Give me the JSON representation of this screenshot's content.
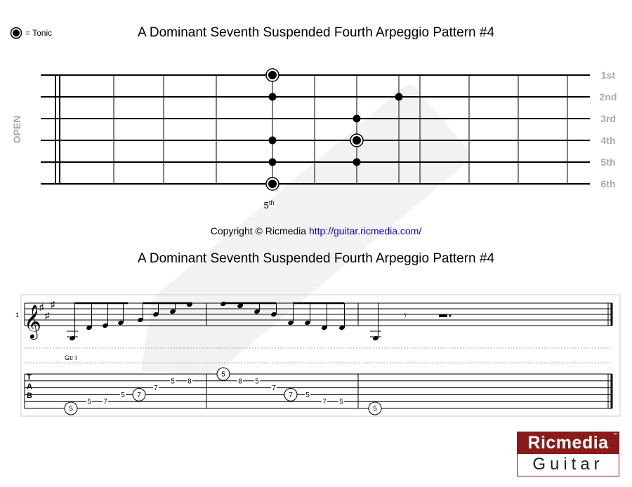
{
  "legend": {
    "label": "= Tonic"
  },
  "title_top": "A Dominant Seventh Suspended Fourth Arpeggio Pattern #4",
  "title_bottom": "A Dominant Seventh Suspended Fourth Arpeggio Pattern #4",
  "copyright": {
    "text": "Copyright © Ricmedia",
    "link": "http://guitar.ricmedia.com/"
  },
  "fretboard": {
    "side_label": "OPEN",
    "string_labels": [
      "1st",
      "2nd",
      "3rd",
      "4th",
      "5th",
      "6th"
    ],
    "fret_marker": {
      "number": "5",
      "suffix": "th"
    },
    "notes": [
      {
        "string": 1,
        "slot": 1,
        "tonic": true
      },
      {
        "string": 2,
        "slot": 1,
        "tonic": false
      },
      {
        "string": 4,
        "slot": 1,
        "tonic": false
      },
      {
        "string": 5,
        "slot": 1,
        "tonic": false
      },
      {
        "string": 6,
        "slot": 1,
        "tonic": true
      },
      {
        "string": 2,
        "slot": 3,
        "tonic": false
      },
      {
        "string": 3,
        "slot": 2,
        "tonic": false
      },
      {
        "string": 4,
        "slot": 2,
        "tonic": true
      },
      {
        "string": 5,
        "slot": 2,
        "tonic": false
      }
    ]
  },
  "notation": {
    "measure_number": "1",
    "guitar_label": "Gtr I",
    "tab_letters": [
      "T",
      "A",
      "B"
    ],
    "tab_notes": [
      {
        "string": 6,
        "fret": "5",
        "circled": true
      },
      {
        "string": 5,
        "fret": "5",
        "circled": false
      },
      {
        "string": 5,
        "fret": "7",
        "circled": false
      },
      {
        "string": 4,
        "fret": "5",
        "circled": false
      },
      {
        "string": 4,
        "fret": "7",
        "circled": true
      },
      {
        "string": 3,
        "fret": "7",
        "circled": false
      },
      {
        "string": 2,
        "fret": "5",
        "circled": false
      },
      {
        "string": 2,
        "fret": "8",
        "circled": false
      },
      {
        "string": 1,
        "fret": "5",
        "circled": true
      },
      {
        "string": 2,
        "fret": "8",
        "circled": false
      },
      {
        "string": 2,
        "fret": "5",
        "circled": false
      },
      {
        "string": 3,
        "fret": "7",
        "circled": false
      },
      {
        "string": 4,
        "fret": "7",
        "circled": true
      },
      {
        "string": 4,
        "fret": "5",
        "circled": false
      },
      {
        "string": 5,
        "fret": "7",
        "circled": false
      },
      {
        "string": 5,
        "fret": "5",
        "circled": false
      },
      {
        "string": 6,
        "fret": "5",
        "circled": true
      }
    ]
  },
  "logo": {
    "line1": "Ricmedia",
    "line2": "Guitar",
    "tm": "™"
  },
  "colors": {
    "label_gray": "#aaaaaa",
    "link": "#0000cc",
    "logo_red": "#8b1a1a",
    "watermark": "#e6e6e6"
  }
}
